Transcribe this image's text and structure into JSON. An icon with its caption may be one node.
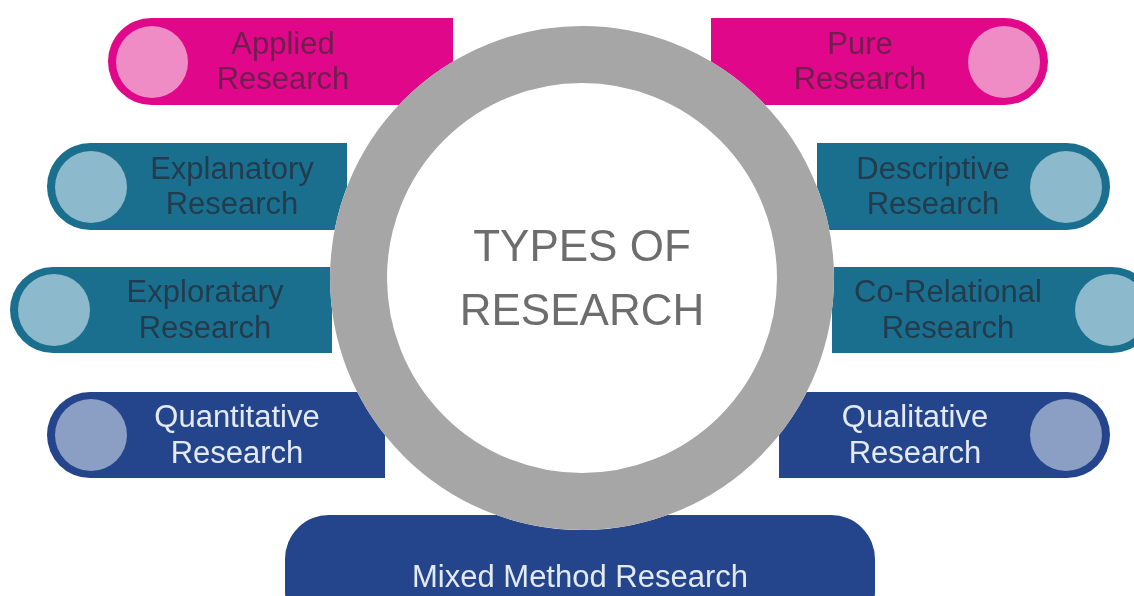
{
  "diagram": {
    "nodes": [
      {
        "text": [
          "Applied Research"
        ]
      },
      {
        "text": [
          "Pure Research"
        ]
      },
      {
        "text": [
          "Explanatory Research"
        ]
      },
      {
        "text": [
          "Descriptive Research"
        ]
      },
      {
        "text": [
          "Exploratary Research"
        ]
      },
      {
        "text": [
          "Co-Relational Research"
        ]
      },
      {
        "text": [
          "Quantitative Research"
        ]
      },
      {
        "text": [
          "Qualitative Research"
        ]
      },
      {
        "text": [
          "Mixed Method Research"
        ]
      },
      {
        "text": [
          "TYPES OF RESEARCH"
        ]
      }
    ]
  }
}
